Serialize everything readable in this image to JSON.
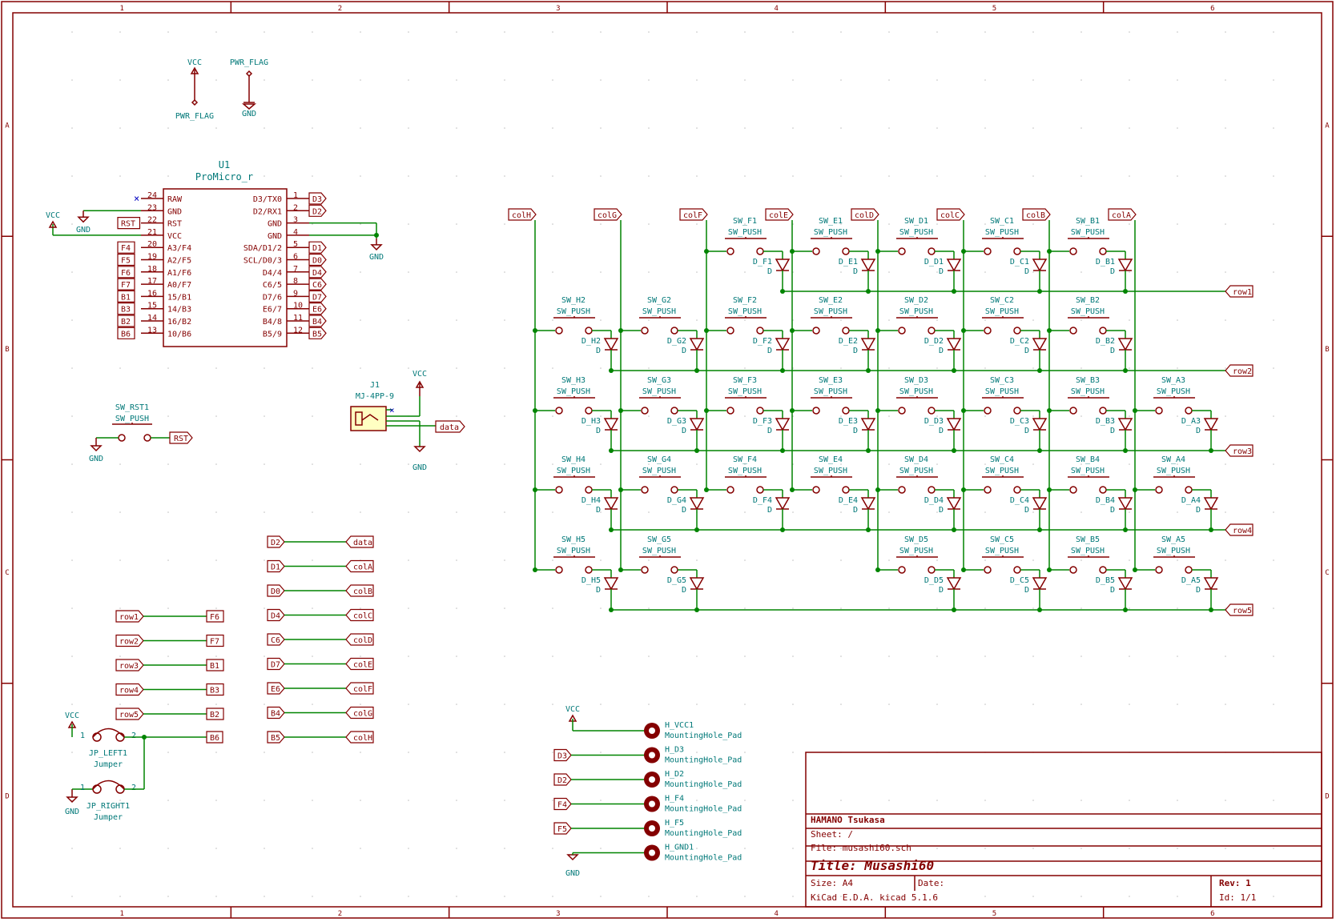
{
  "frame": {
    "columns": [
      "1",
      "2",
      "3",
      "4",
      "5",
      "6"
    ],
    "rows": [
      "A",
      "B",
      "C",
      "D"
    ]
  },
  "title_block": {
    "company": "HAMANO Tsukasa",
    "sheet": "Sheet: /",
    "file": "File: musashi60.sch",
    "title": "Title: Musashi60",
    "size": "Size: A4",
    "date": "Date:",
    "rev": "Rev: 1",
    "tool": "KiCad E.D.A.  kicad 5.1.6",
    "id": "Id: 1/1"
  },
  "power": {
    "vcc": "VCC",
    "gnd": "GND",
    "pwr_flag": "PWR_FLAG"
  },
  "promicro": {
    "ref": "U1",
    "value": "ProMicro_r",
    "left_pins": [
      {
        "num": "24",
        "name": "RAW",
        "net": ""
      },
      {
        "num": "23",
        "name": "GND",
        "net": ""
      },
      {
        "num": "22",
        "name": "RST",
        "net": "RST"
      },
      {
        "num": "21",
        "name": "VCC",
        "net": ""
      },
      {
        "num": "20",
        "name": "A3/F4",
        "net": "F4"
      },
      {
        "num": "19",
        "name": "A2/F5",
        "net": "F5"
      },
      {
        "num": "18",
        "name": "A1/F6",
        "net": "F6"
      },
      {
        "num": "17",
        "name": "A0/F7",
        "net": "F7"
      },
      {
        "num": "16",
        "name": "15/B1",
        "net": "B1"
      },
      {
        "num": "15",
        "name": "14/B3",
        "net": "B3"
      },
      {
        "num": "14",
        "name": "16/B2",
        "net": "B2"
      },
      {
        "num": "13",
        "name": "10/B6",
        "net": "B6"
      }
    ],
    "right_pins": [
      {
        "num": "1",
        "name": "D3/TX0",
        "net": "D3"
      },
      {
        "num": "2",
        "name": "D2/RX1",
        "net": "D2"
      },
      {
        "num": "3",
        "name": "GND",
        "net": ""
      },
      {
        "num": "4",
        "name": "GND",
        "net": ""
      },
      {
        "num": "5",
        "name": "SDA/D1/2",
        "net": "D1"
      },
      {
        "num": "6",
        "name": "SCL/D0/3",
        "net": "D0"
      },
      {
        "num": "7",
        "name": "D4/4",
        "net": "D4"
      },
      {
        "num": "8",
        "name": "C6/5",
        "net": "C6"
      },
      {
        "num": "9",
        "name": "D7/6",
        "net": "D7"
      },
      {
        "num": "10",
        "name": "E6/7",
        "net": "E6"
      },
      {
        "num": "11",
        "name": "B4/8",
        "net": "B4"
      },
      {
        "num": "12",
        "name": "B5/9",
        "net": "B5"
      }
    ]
  },
  "reset": {
    "ref": "SW_RST1",
    "value": "SW_PUSH",
    "net": "RST"
  },
  "jack": {
    "ref": "J1",
    "value": "MJ-4PP-9",
    "net": "data"
  },
  "net_map_left": [
    {
      "from": "row1",
      "to": "F6"
    },
    {
      "from": "row2",
      "to": "F7"
    },
    {
      "from": "row3",
      "to": "B1"
    },
    {
      "from": "row4",
      "to": "B3"
    },
    {
      "from": "row5",
      "to": "B2"
    }
  ],
  "net_map_right": [
    {
      "from": "D2",
      "to": "data"
    },
    {
      "from": "D1",
      "to": "colA"
    },
    {
      "from": "D0",
      "to": "colB"
    },
    {
      "from": "D4",
      "to": "colC"
    },
    {
      "from": "C6",
      "to": "colD"
    },
    {
      "from": "D7",
      "to": "colE"
    },
    {
      "from": "E6",
      "to": "colF"
    },
    {
      "from": "B4",
      "to": "colG"
    },
    {
      "from": "B5",
      "to": "colH"
    }
  ],
  "jumpers": {
    "left": {
      "ref": "JP_LEFT1",
      "value": "Jumper",
      "net": "B6"
    },
    "right": {
      "ref": "JP_RIGHT1",
      "value": "Jumper"
    },
    "pin1": "1",
    "pin2": "2"
  },
  "holes": [
    {
      "net": "",
      "ref": "H_VCC1",
      "value": "MountingHole_Pad"
    },
    {
      "net": "D3",
      "ref": "H_D3",
      "value": "MountingHole_Pad"
    },
    {
      "net": "D2",
      "ref": "H_D2",
      "value": "MountingHole_Pad"
    },
    {
      "net": "F4",
      "ref": "H_F4",
      "value": "MountingHole_Pad"
    },
    {
      "net": "F5",
      "ref": "H_F5",
      "value": "MountingHole_Pad"
    },
    {
      "net": "",
      "ref": "H_GND1",
      "value": "MountingHole_Pad"
    }
  ],
  "matrix": {
    "col_labels": [
      "colH",
      "colG",
      "colF",
      "colE",
      "colD",
      "colC",
      "colB",
      "colA"
    ],
    "row_labels": [
      "row1",
      "row2",
      "row3",
      "row4",
      "row5"
    ],
    "col_letters": [
      "H",
      "G",
      "F",
      "E",
      "D",
      "C",
      "B",
      "A"
    ],
    "switch_value": "SW_PUSH",
    "diode_value": "D",
    "present": [
      [
        0,
        0,
        1,
        1,
        1,
        1,
        1,
        0
      ],
      [
        1,
        1,
        1,
        1,
        1,
        1,
        1,
        0
      ],
      [
        1,
        1,
        1,
        1,
        1,
        1,
        1,
        1
      ],
      [
        1,
        1,
        1,
        1,
        1,
        1,
        1,
        1
      ],
      [
        1,
        1,
        0,
        0,
        1,
        1,
        1,
        1
      ]
    ]
  }
}
